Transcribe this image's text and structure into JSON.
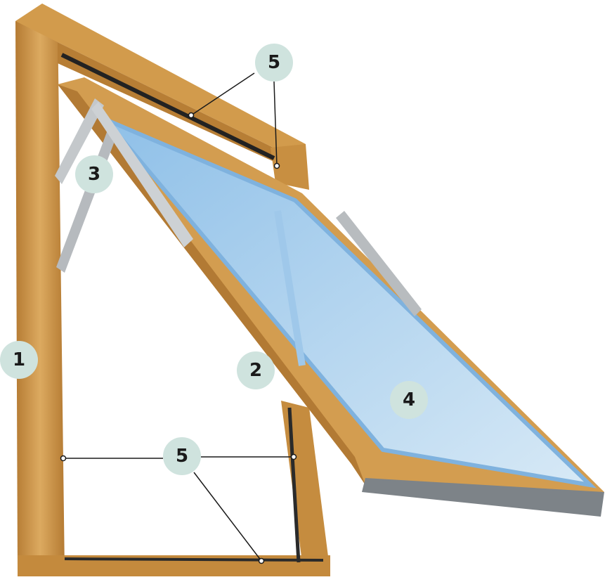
{
  "colors": {
    "wood": "#c98f3f",
    "wood_light": "#e2b46b",
    "wood_dark": "#9c6a2a",
    "glass": "#a9cdea",
    "glass_edge": "#7fb2de",
    "metal": "#b8bcbf",
    "badge_fill": "#cfe3de",
    "leader": "#1a1a1a"
  },
  "callouts": [
    {
      "id": "frame",
      "label": "1"
    },
    {
      "id": "sash",
      "label": "2"
    },
    {
      "id": "hinge-arm",
      "label": "3"
    },
    {
      "id": "glazing",
      "label": "4"
    },
    {
      "id": "seal-top",
      "label": "5"
    },
    {
      "id": "seal-bottom",
      "label": "5"
    }
  ]
}
